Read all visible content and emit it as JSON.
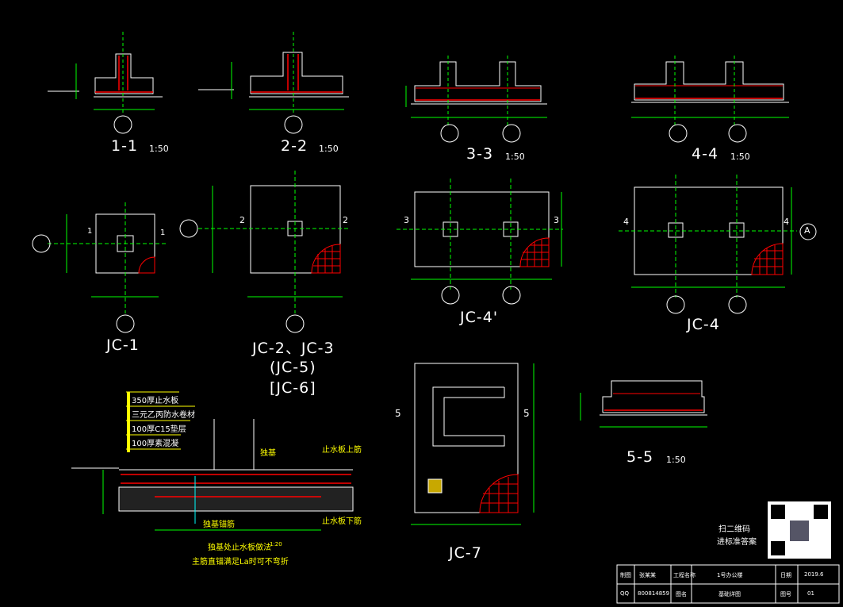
{
  "sections": {
    "s11": {
      "label": "1-1",
      "scale": "1:50"
    },
    "s22": {
      "label": "2-2",
      "scale": "1:50"
    },
    "s33": {
      "label": "3-3",
      "scale": "1:50"
    },
    "s44": {
      "label": "4-4",
      "scale": "1:50"
    },
    "s55": {
      "label": "5-5",
      "scale": "1:50"
    }
  },
  "plans": {
    "jc1": "JC-1",
    "jc23": "JC-2、JC-3",
    "jc5": "(JC-5)",
    "jc6": "[JC-6]",
    "jc4p": "JC-4'",
    "jc4": "JC-4",
    "jc7": "JC-7"
  },
  "markers": {
    "one": "1",
    "two": "2",
    "three": "3",
    "four": "4",
    "five": "5",
    "axisA": "A"
  },
  "legend": [
    "350厚止水板",
    "三元乙丙防水卷材",
    "100厚C15垫层",
    "100厚素混凝"
  ],
  "detail_notes": {
    "upper": "止水板上筋",
    "lower": "止水板下筋",
    "mid": "独基",
    "anchor": "独基锚筋",
    "title": "独基处止水板做法",
    "title_scale": "1:20",
    "footer": "主筋直锚满足La时可不弯折"
  },
  "qr": {
    "line1": "扫二维码",
    "line2": "进标准答案"
  },
  "title_block": {
    "r1": [
      "制图",
      "张某某",
      "工程名称",
      "1号办公楼",
      "日期",
      "2019.6"
    ],
    "r2": [
      "QQ",
      "800814859",
      "图名",
      "基础详图",
      "图号",
      "01"
    ]
  },
  "colors": {
    "line": "#ffffff",
    "rebar": "#ff0000",
    "axis": "#00ff00",
    "dim": "#00ff00",
    "note": "#ffff00",
    "accent": "#ff00ff"
  }
}
